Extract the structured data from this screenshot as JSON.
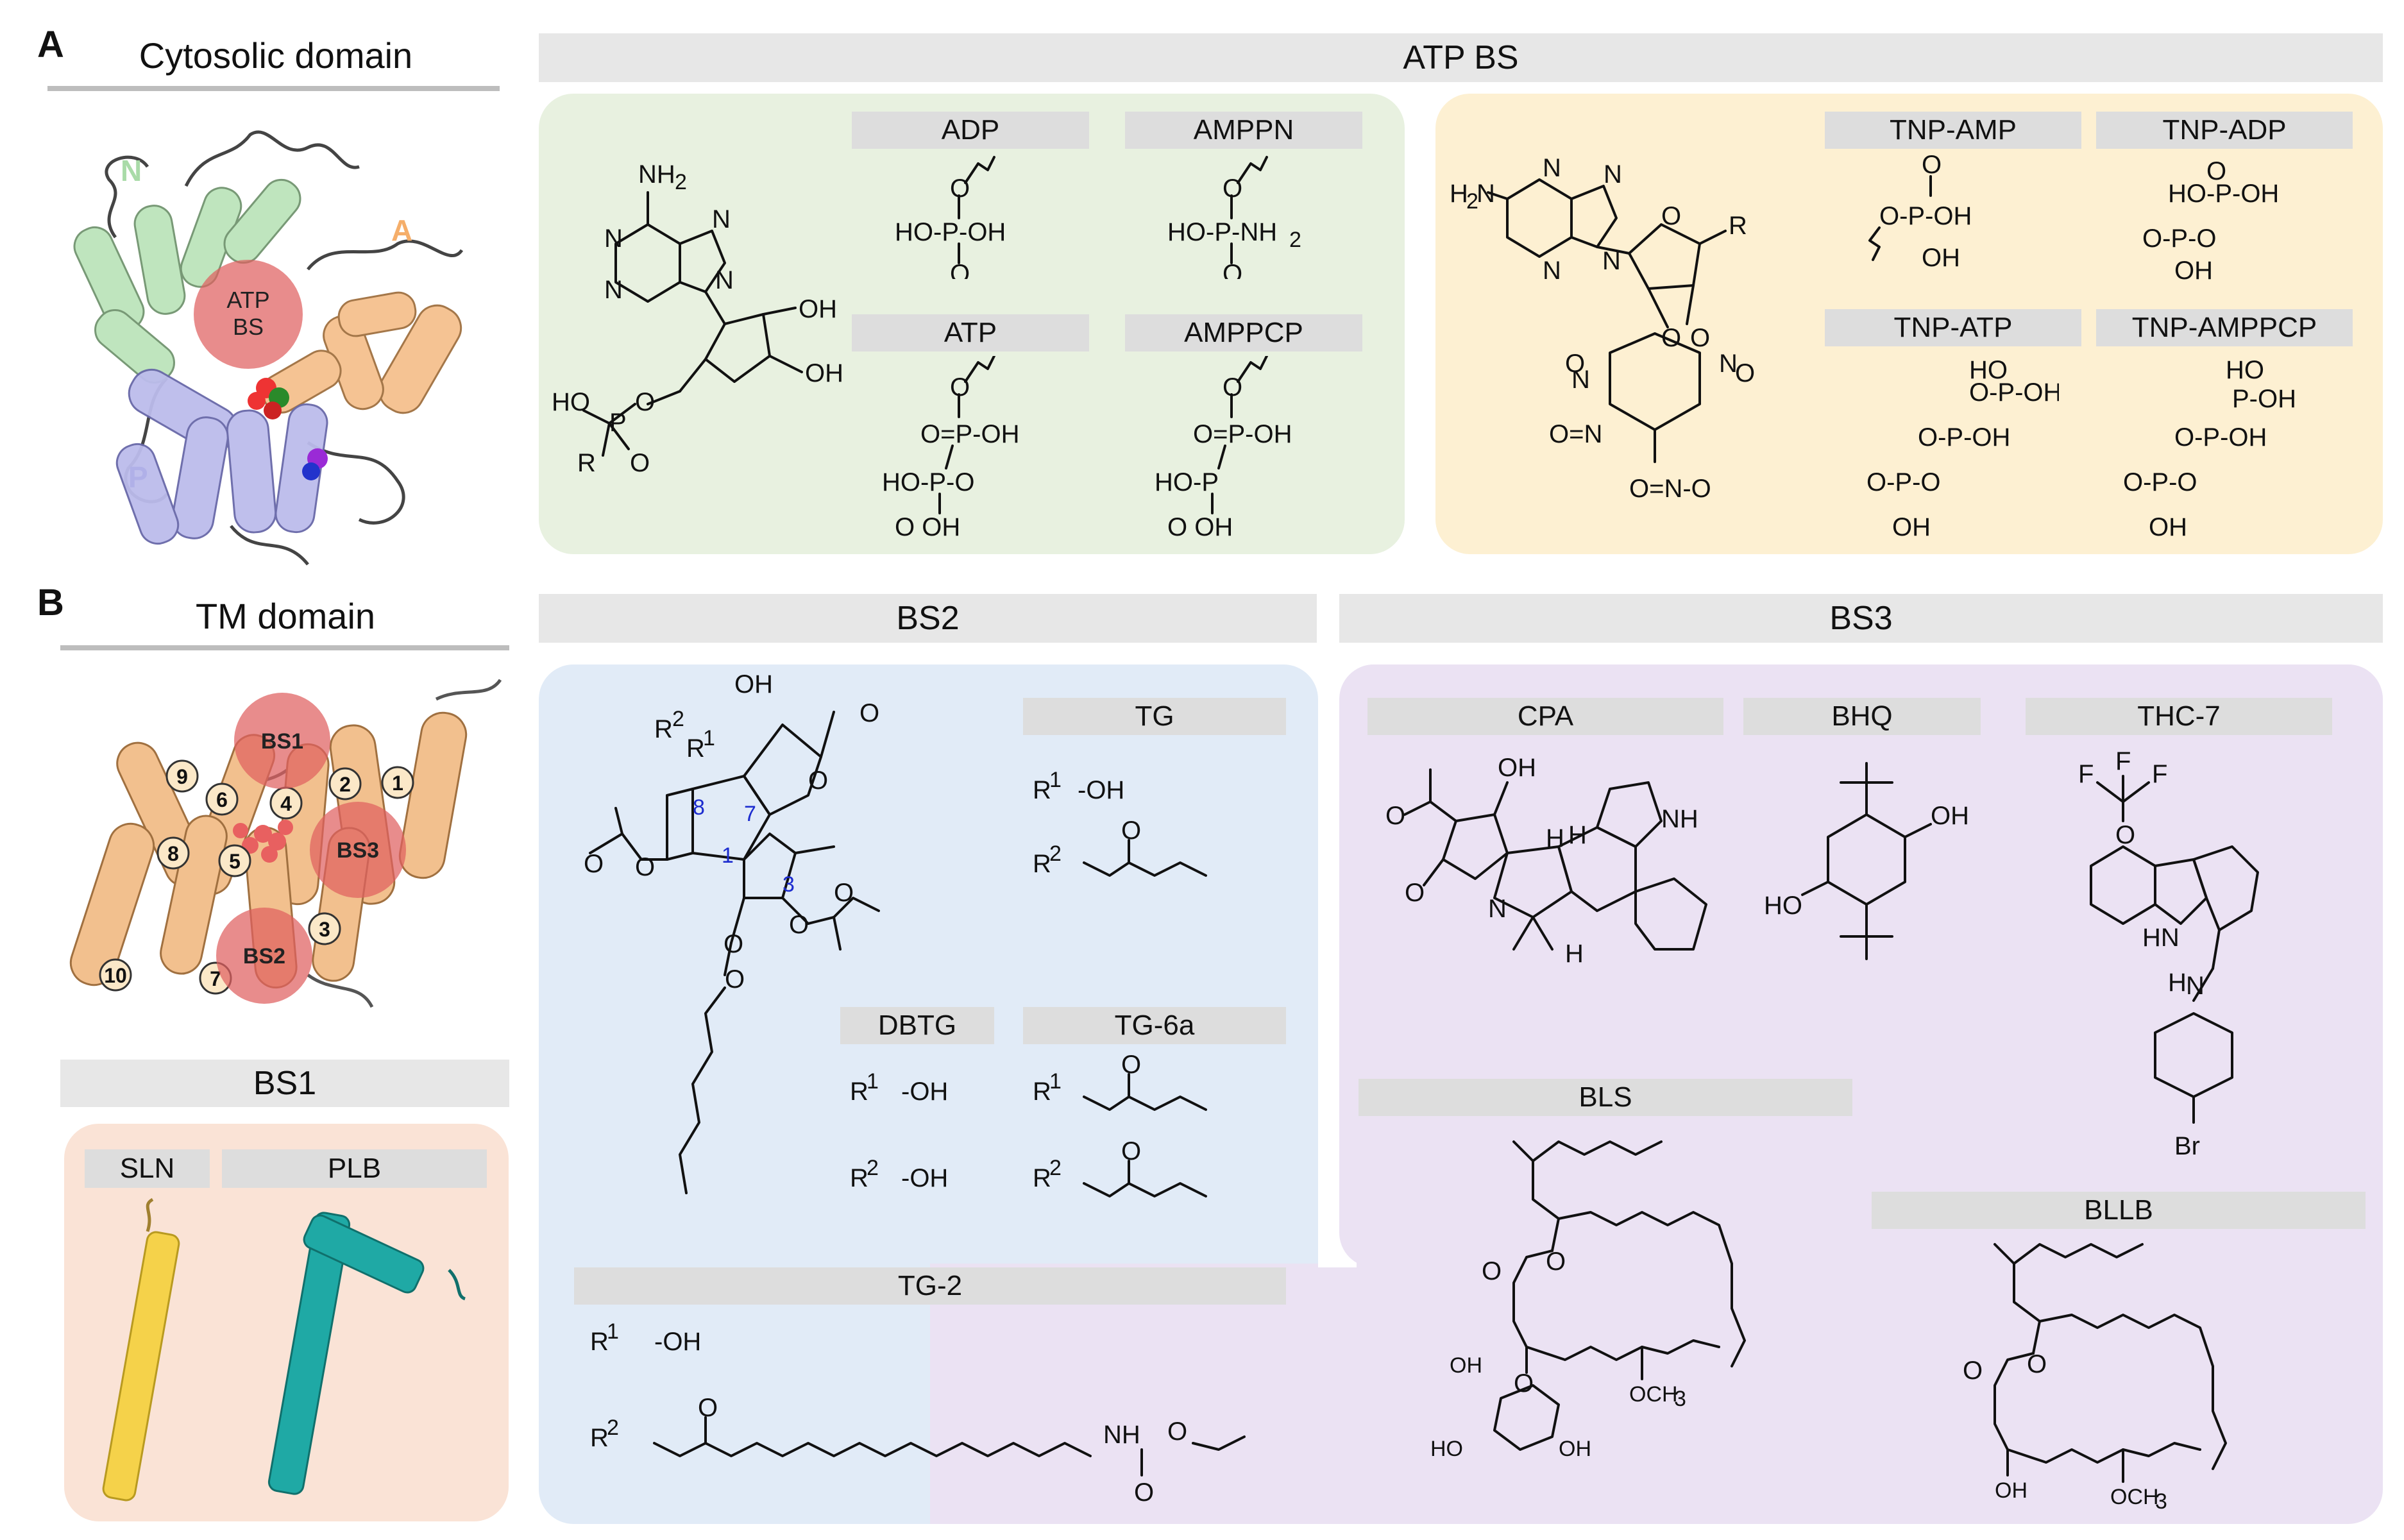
{
  "panel_a": {
    "letter": "A",
    "title": "Cytosolic domain",
    "domain_labels": {
      "n": "N",
      "a": "A",
      "p": "P"
    },
    "site_label_line1": "ATP",
    "site_label_line2": "BS"
  },
  "panel_b": {
    "letter": "B",
    "title": "TM domain",
    "site_labels": [
      "BS1",
      "BS3",
      "BS2"
    ],
    "helix_numbers": [
      "1",
      "2",
      "3",
      "4",
      "5",
      "6",
      "7",
      "8",
      "9",
      "10"
    ]
  },
  "bs1": {
    "header": "BS1",
    "labels": [
      "SLN",
      "PLB"
    ]
  },
  "atp_bs": {
    "header": "ATP BS",
    "green_labels": [
      "ADP",
      "AMPPN",
      "ATP",
      "AMPPCP"
    ],
    "yellow_labels": [
      "TNP-AMP",
      "TNP-ADP",
      "TNP-ATP",
      "TNP-AMPPCP"
    ]
  },
  "bs2": {
    "header": "BS2",
    "labels": [
      "TG",
      "DBTG",
      "TG-6a",
      "TG-2"
    ],
    "r1": "R",
    "sup1": "1",
    "sup2": "2",
    "ring_numbers": [
      "8",
      "7",
      "1",
      "3"
    ]
  },
  "bs3": {
    "header": "BS3",
    "labels": [
      "CPA",
      "BHQ",
      "THC-7",
      "BLS",
      "BLLB"
    ]
  },
  "colors": {
    "green_box": "#e8f1e0",
    "yellow_box": "#fdf0d2",
    "blue_box": "#e1ebf7",
    "purple_box": "#ebe2f3",
    "peach_box": "#fae3d6",
    "n_domain": "#b9e3b8",
    "a_domain": "#f5c08e",
    "p_domain": "#bcbcec",
    "binding_site": "#df5f5f",
    "tm_helix": "#f2c08e",
    "sln_helix": "#f5d24a",
    "plb_helix": "#1fa9a5"
  }
}
